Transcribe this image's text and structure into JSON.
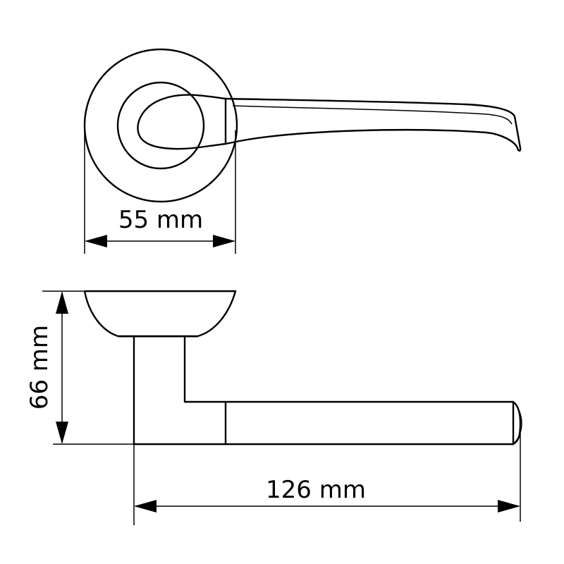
{
  "dimensions": {
    "rose_diameter": "55 mm",
    "height": "66 mm",
    "length": "126 mm"
  }
}
